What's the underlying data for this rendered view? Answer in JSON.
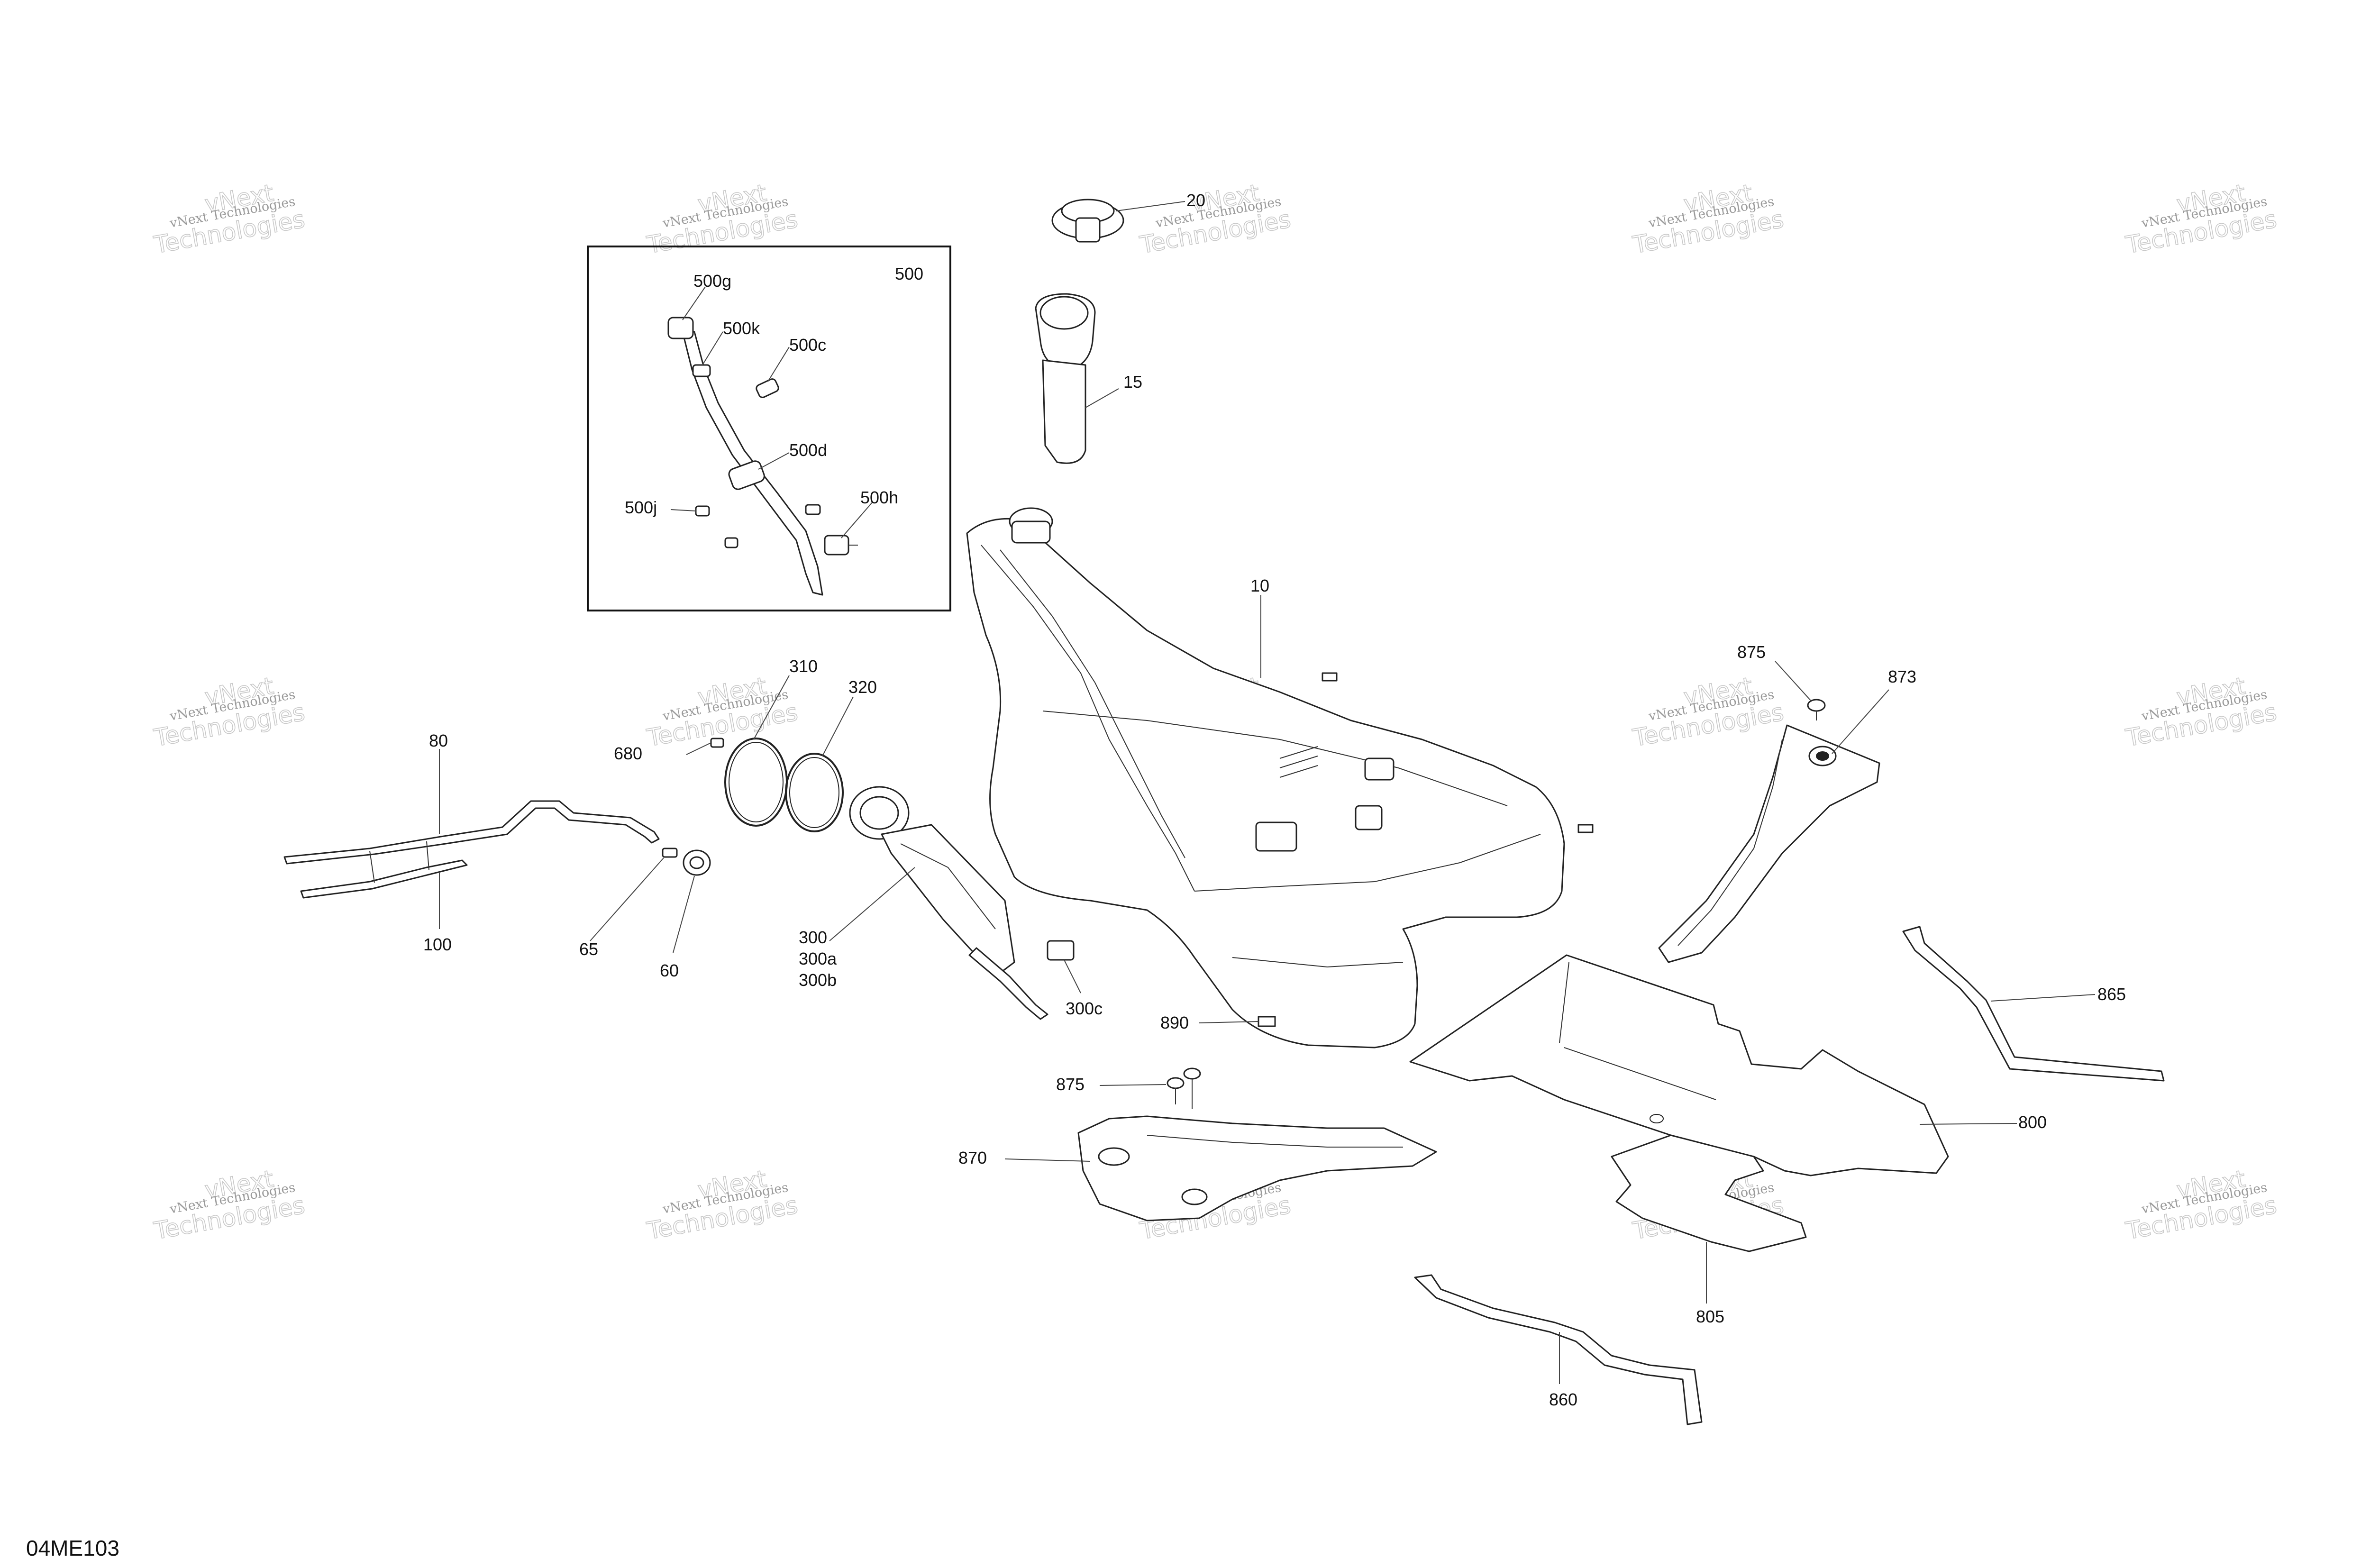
{
  "diagram_code": "04ME103",
  "watermark": {
    "line1": "vNext Technologies",
    "line2_outline": "vNext",
    "line3_outline": "Technologies"
  },
  "callouts": {
    "c20": "20",
    "c15": "15",
    "c10": "10",
    "c500": "500",
    "c500g": "500g",
    "c500k": "500k",
    "c500c": "500c",
    "c500d": "500d",
    "c500j": "500j",
    "c500h": "500h",
    "c310": "310",
    "c320": "320",
    "c680": "680",
    "c80": "80",
    "c100": "100",
    "c65": "65",
    "c60": "60",
    "c300": "300",
    "c300a": "300a",
    "c300b": "300b",
    "c300c": "300c",
    "c890": "890",
    "c875a": "875",
    "c873": "873",
    "c865": "865",
    "c800": "800",
    "c875b": "875",
    "c870": "870",
    "c805": "805",
    "c860": "860"
  }
}
